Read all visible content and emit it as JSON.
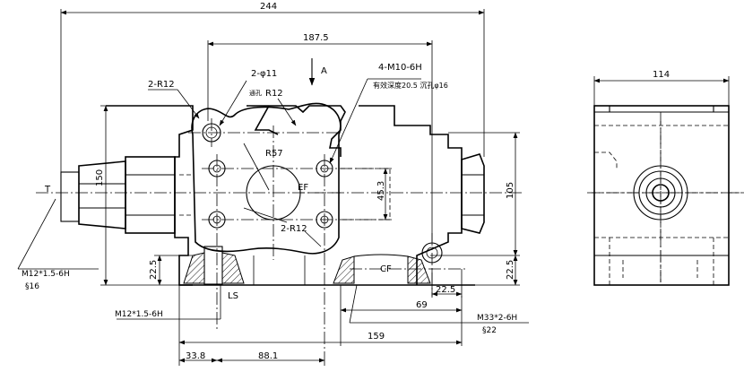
{
  "drawing": {
    "dimensions": {
      "overall_width": "244",
      "mount_spacing": "187.5",
      "view_a": "A",
      "corner_radius": "2-R12",
      "hole_2_phi11": "2-φ11",
      "hole_2_phi11_note": "通孔",
      "radius_r12": "R12",
      "tap_4_m10": "4-M10-6H",
      "tap_4_m10_note": "有效深度20.5 沉孔φ16",
      "height_150": "150",
      "radius_r57": "R57",
      "port_t": "T",
      "port_ef": "EF",
      "hole_spacing_v": "45.3",
      "height_105": "105",
      "corner_radius_bottom": "2-R12",
      "port_cf": "CF",
      "port_ls": "LS",
      "height_22_5_left": "22.5",
      "height_22_5_right": "22.5",
      "offset_22_5_bottom": "22.5",
      "dim_69": "69",
      "dim_159": "159",
      "dim_33_8": "33.8",
      "dim_88_1": "88.1",
      "thread_t": "M12*1.5-6H",
      "thread_t_depth": "§16",
      "thread_ls": "M12*1.5-6H",
      "thread_cf": "M33*2-6H",
      "thread_cf_depth": "§22",
      "side_width": "114"
    }
  }
}
